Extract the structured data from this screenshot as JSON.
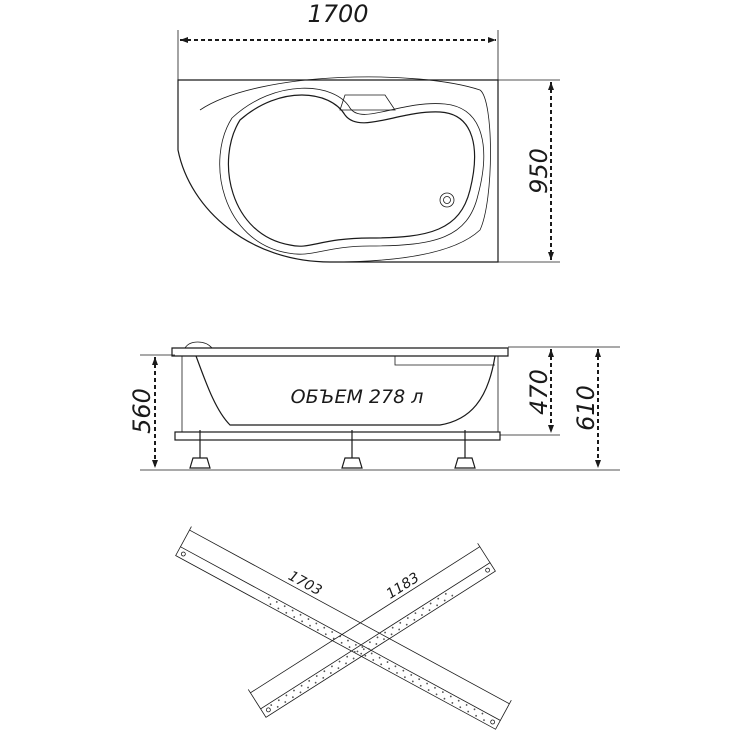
{
  "top_view": {
    "width_label": "1700",
    "depth_label": "950"
  },
  "side_view": {
    "volume_label": "ОБЪЕМ 278 л",
    "height_left_label": "560",
    "depth_inner_label": "470",
    "height_total_label": "610"
  },
  "frame_view": {
    "long_bar_label": "1703",
    "short_bar_label": "1183"
  }
}
